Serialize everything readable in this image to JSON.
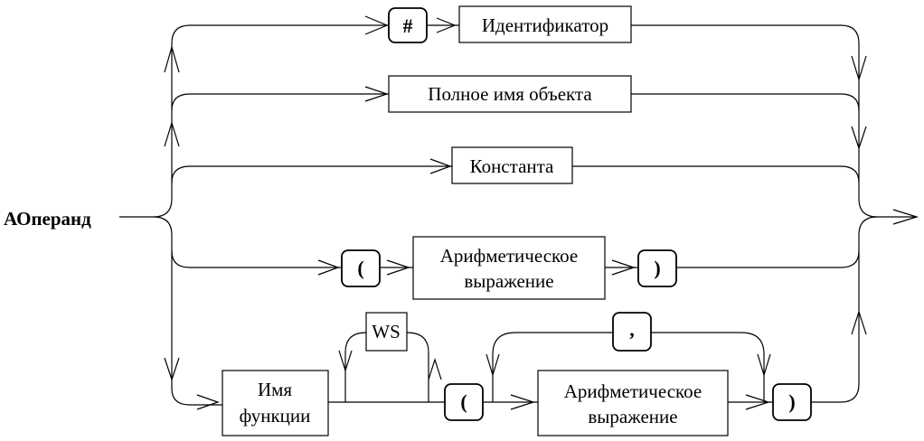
{
  "diagram": {
    "title": "АОперанд",
    "hash": "#",
    "identifier": "Идентификатор",
    "full_object_name": "Полное имя объекта",
    "constant": "Константа",
    "lparen_1": "(",
    "arith_expr_1_line1": "Арифметическое",
    "arith_expr_1_line2": "выражение",
    "rparen_1": ")",
    "ws": "WS",
    "function_name_line1": "Имя",
    "function_name_line2": "функции",
    "lparen_2": "(",
    "comma": ",",
    "arith_expr_2_line1": "Арифметическое",
    "arith_expr_2_line2": "выражение",
    "rparen_2": ")"
  }
}
